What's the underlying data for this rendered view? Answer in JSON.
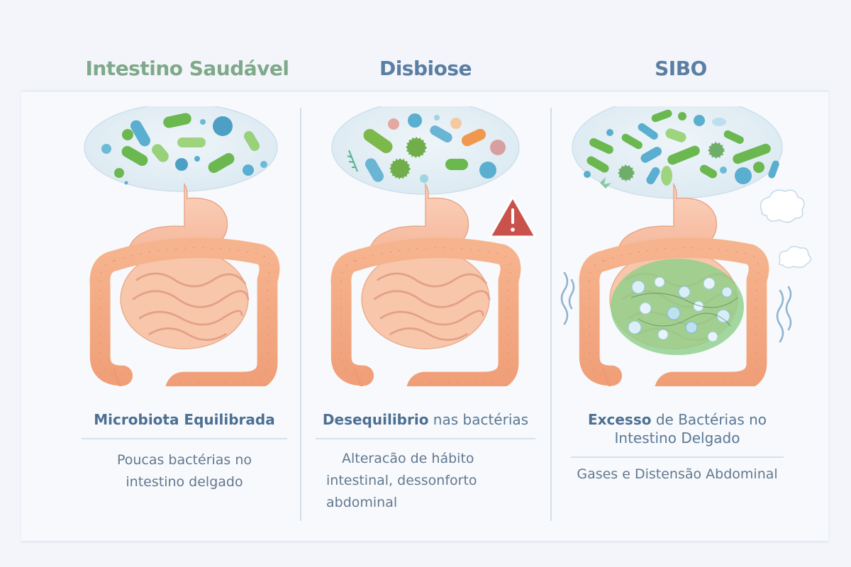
{
  "columns": [
    {
      "title": "Intestino Saudável",
      "title_color": "#7fa98a",
      "caption_bold": "Microbiota Equilibrada",
      "caption_rest": "",
      "caption_line2": "",
      "description_lines": [
        "Poucas bactérias no",
        "intestino delgado"
      ],
      "icons": [
        "bacteria-cloud-icon",
        "digestive-system-icon"
      ]
    },
    {
      "title": "Disbiose",
      "title_color": "#5a7fa3",
      "caption_bold": "Desequilibrio",
      "caption_rest": " nas bactérias",
      "caption_line2": "",
      "description_lines": [
        "Alteracão de hábito",
        "intestinal, dessonforto",
        "abdominal"
      ],
      "icons": [
        "bacteria-cloud-icon",
        "digestive-system-icon",
        "warning-icon"
      ]
    },
    {
      "title": "SIBO",
      "title_color": "#5a7fa3",
      "caption_bold": "Excesso",
      "caption_rest": " de Bactérias no",
      "caption_line2": "Intestino Delgado",
      "description_lines": [
        "Gases e Distensão Abdominal"
      ],
      "icons": [
        "bacteria-cloud-icon",
        "digestive-system-icon",
        "gas-cloud-icon",
        "distension-wave-icon"
      ]
    }
  ],
  "colors": {
    "background": "#f3f5fa",
    "intestine": "#f2a27e",
    "small_intestine": "#f6c2a6",
    "bacteria_green": "#6ab84f",
    "bacteria_blue": "#5aaed0",
    "warning_red": "#c9534c",
    "sibo_overlay": "#8fd08a"
  }
}
